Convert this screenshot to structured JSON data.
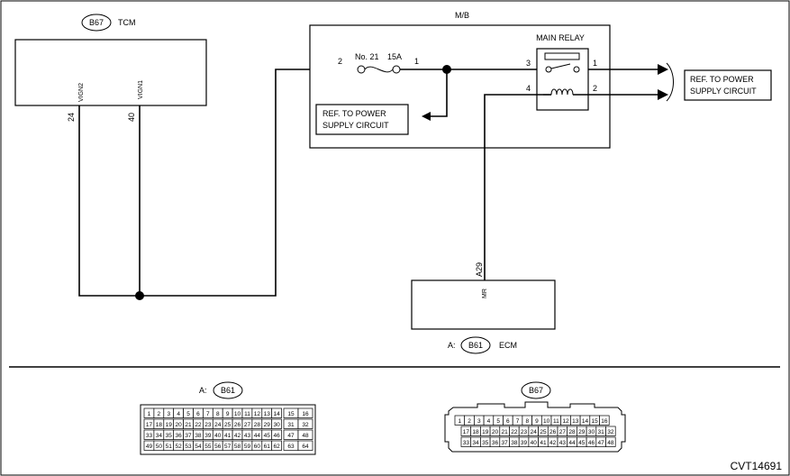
{
  "tcm": {
    "connector": "B67",
    "name": "TCM",
    "pins": [
      {
        "num": "24",
        "label": "VIGN2"
      },
      {
        "num": "40",
        "label": "VIGN1"
      }
    ]
  },
  "mb": {
    "label": "M/B",
    "fuse": {
      "name": "No. 21",
      "rating": "15A",
      "pin_in": "2",
      "pin_out": "1"
    },
    "relay": {
      "title": "MAIN RELAY",
      "pins": [
        "3",
        "1",
        "4",
        "2"
      ]
    },
    "ref_inner": [
      "REF. TO POWER",
      "SUPPLY CIRCUIT"
    ]
  },
  "ref_outer": [
    "REF. TO POWER",
    "SUPPLY CIRCUIT"
  ],
  "ecm": {
    "prefix": "A:",
    "connector": "B61",
    "name": "ECM",
    "pin_num": "A29",
    "pin_label": "MR"
  },
  "connector_b61": {
    "prefix": "A:",
    "name": "B61",
    "rows": [
      [
        "1",
        "2",
        "3",
        "4",
        "5",
        "6",
        "7",
        "8",
        "9",
        "10",
        "11",
        "12",
        "13",
        "14"
      ],
      [
        "17",
        "18",
        "19",
        "20",
        "21",
        "22",
        "23",
        "24",
        "25",
        "26",
        "27",
        "28",
        "29",
        "30"
      ],
      [
        "33",
        "34",
        "35",
        "36",
        "37",
        "38",
        "39",
        "40",
        "41",
        "42",
        "43",
        "44",
        "45",
        "46"
      ],
      [
        "49",
        "50",
        "51",
        "52",
        "53",
        "54",
        "55",
        "56",
        "57",
        "58",
        "59",
        "60",
        "61",
        "62"
      ]
    ],
    "side": [
      [
        "15",
        "16"
      ],
      [
        "31",
        "32"
      ],
      [
        "47",
        "48"
      ],
      [
        "63",
        "64"
      ]
    ]
  },
  "connector_b67": {
    "name": "B67",
    "rows": [
      [
        "1",
        "2",
        "3",
        "4",
        "5",
        "6",
        "7",
        "8",
        "9",
        "10",
        "11",
        "12",
        "13",
        "14",
        "15",
        "16"
      ],
      [
        "17",
        "18",
        "19",
        "20",
        "21",
        "22",
        "23",
        "24",
        "25",
        "26",
        "27",
        "28",
        "29",
        "30",
        "31",
        "32"
      ],
      [
        "33",
        "34",
        "35",
        "36",
        "37",
        "38",
        "39",
        "40",
        "41",
        "42",
        "43",
        "44",
        "45",
        "46",
        "47",
        "48"
      ]
    ]
  },
  "diagram_id": "CVT14691"
}
